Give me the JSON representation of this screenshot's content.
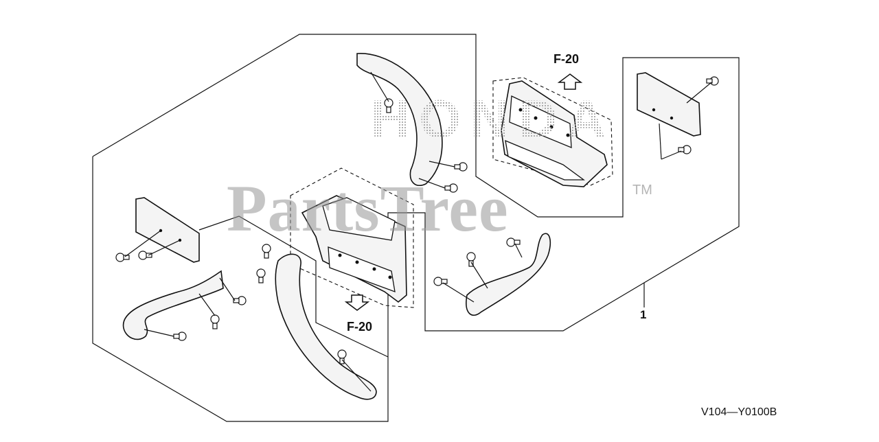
{
  "diagram": {
    "callouts": {
      "part_number": "1",
      "ref_top": "F-20",
      "ref_bottom": "F-20"
    },
    "watermark": {
      "brand": "PartsTree",
      "tm": "TM",
      "logo": "HONDA"
    },
    "drawing_code": "V104—Y0100B"
  }
}
